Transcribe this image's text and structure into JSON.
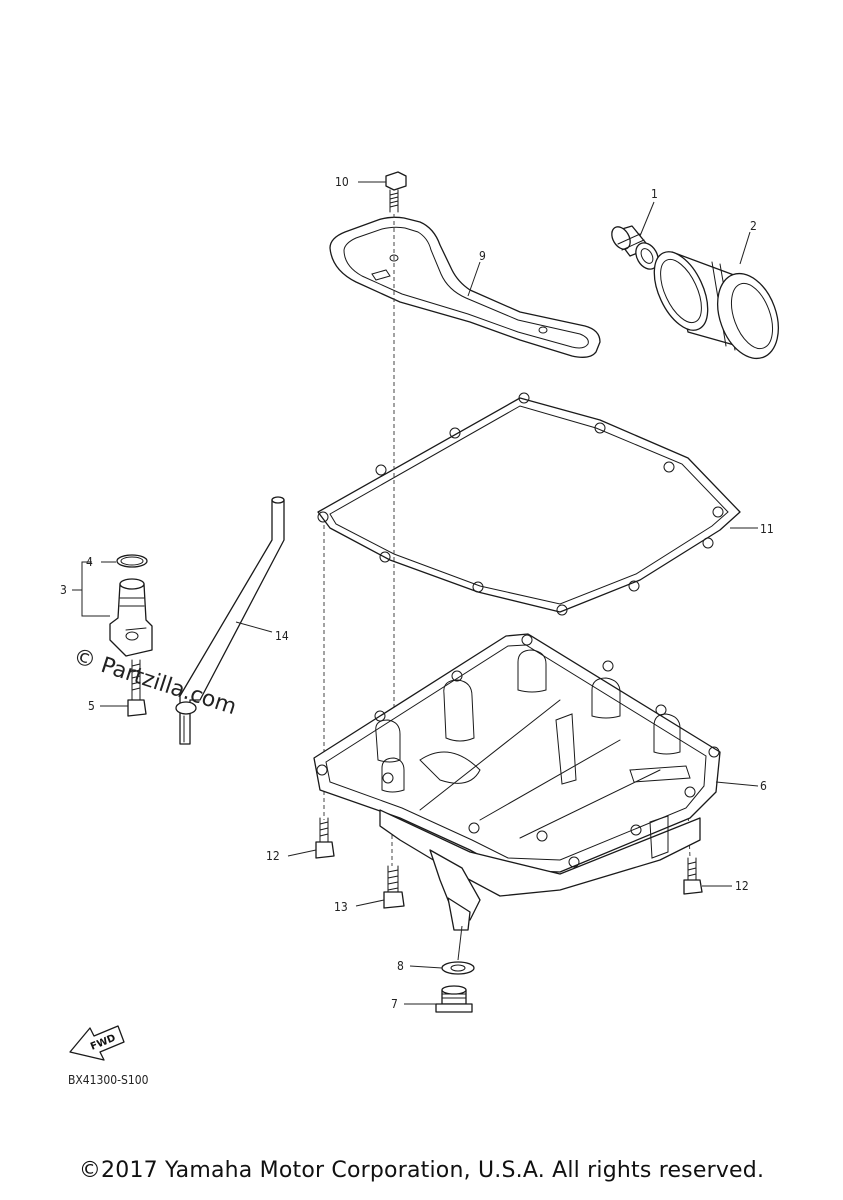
{
  "callouts": {
    "c1": "1",
    "c2": "2",
    "c3": "3",
    "c4": "4",
    "c5": "5",
    "c6": "6",
    "c7": "7",
    "c8": "8",
    "c9": "9",
    "c10": "10",
    "c11": "11",
    "c12a": "12",
    "c12b": "12",
    "c13": "13",
    "c14": "14"
  },
  "badge": "FWD",
  "diagram_code": "BX41300-S100",
  "watermark": "© Partzilla.com",
  "copyright": "©2017 Yamaha Motor Corporation, U.S.A. All rights reserved."
}
